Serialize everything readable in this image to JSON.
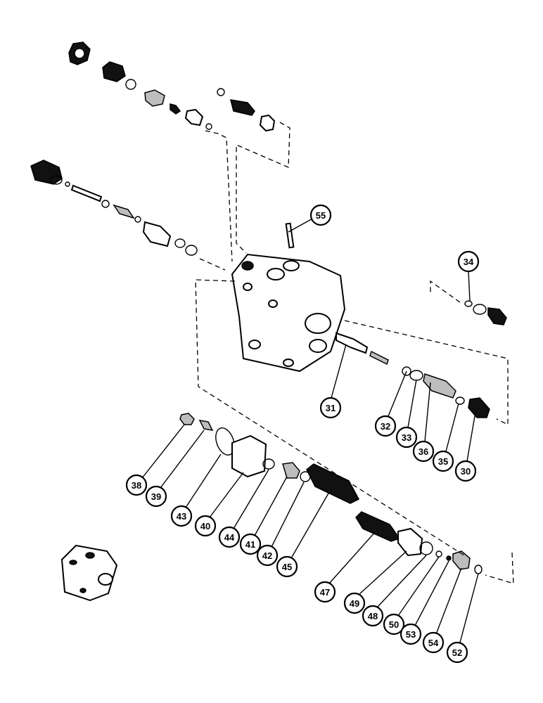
{
  "callouts": [
    {
      "label": "55"
    },
    {
      "label": "34"
    },
    {
      "label": "31"
    },
    {
      "label": "32"
    },
    {
      "label": "33"
    },
    {
      "label": "36"
    },
    {
      "label": "35"
    },
    {
      "label": "30"
    },
    {
      "label": "38"
    },
    {
      "label": "39"
    },
    {
      "label": "43"
    },
    {
      "label": "40"
    },
    {
      "label": "44"
    },
    {
      "label": "41"
    },
    {
      "label": "42"
    },
    {
      "label": "45"
    },
    {
      "label": "47"
    },
    {
      "label": "49"
    },
    {
      "label": "48"
    },
    {
      "label": "50"
    },
    {
      "label": "53"
    },
    {
      "label": "54"
    },
    {
      "label": "52"
    }
  ]
}
